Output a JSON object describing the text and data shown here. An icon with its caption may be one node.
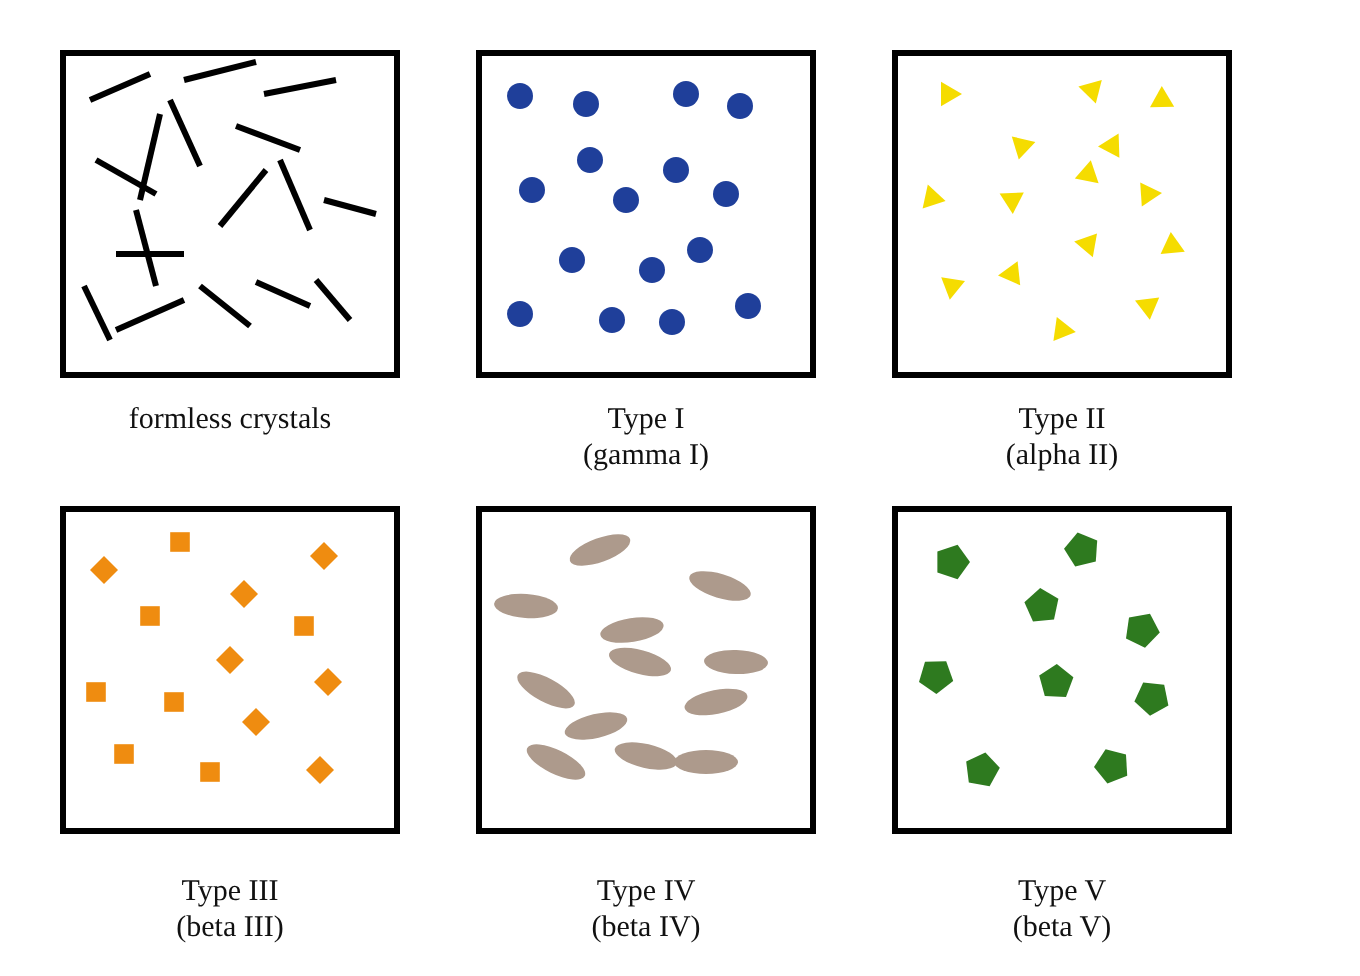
{
  "diagram": {
    "labels": [
      "formless crystals",
      "Type I (gamma I)",
      "Type II (alpha II)",
      "Type III (beta III)",
      "Type IV (beta IV)",
      "Type V (beta V)"
    ]
  }
}
